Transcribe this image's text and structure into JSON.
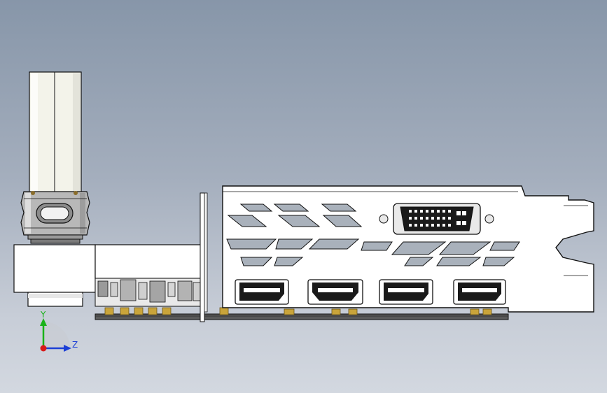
{
  "viewport": {
    "background_top": "#8796a9",
    "background_bottom": "#d3d8e0"
  },
  "model": {
    "outline_color": "#111111",
    "bracket_fill": "#ffffff",
    "cutout_fill": "#a9b1bb",
    "connector_gold": "#c9a43a",
    "pcb_color": "#5a5a5a",
    "fitting_metal": "#b8b8b8",
    "reservoir_fill": "#f3f3ea"
  },
  "ports": {
    "dvi": "dvi-d-port",
    "displayport_1": "displayport-port",
    "hdmi": "hdmi-port",
    "displayport_2": "displayport-port",
    "displayport_3": "displayport-port"
  },
  "triad": {
    "y_label": "Y",
    "z_label": "Z",
    "y_color": "#19b219",
    "z_color": "#1c3fd6",
    "x_color": "#d81a1a"
  }
}
